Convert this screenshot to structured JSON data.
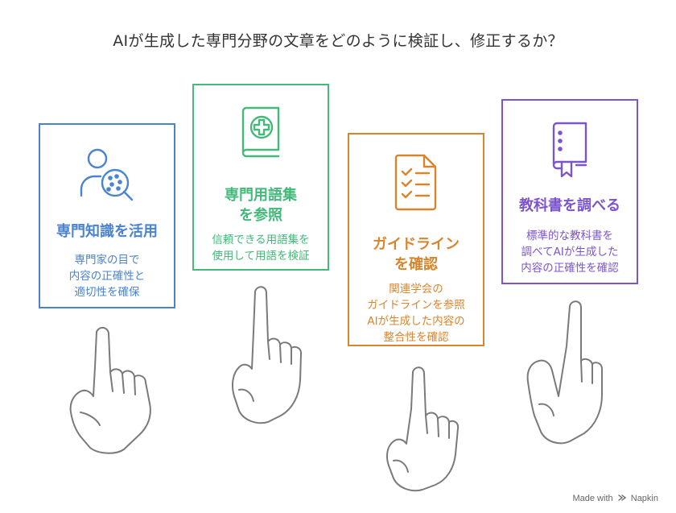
{
  "title": "AIが生成した専門分野の文章をどのように検証し、修正するか？",
  "cards": [
    {
      "id": "expert",
      "title": "専門知識を活用",
      "description": "専門家の目で\n内容の正確性と\n適切性を確保",
      "color": "#4a83cf",
      "icon": "expert-magnifier-icon"
    },
    {
      "id": "glossary",
      "title": "専門用語集\nを参照",
      "description": "信頼できる用語集を\n使用して用語を検証",
      "color": "#43b97a",
      "icon": "medical-book-icon"
    },
    {
      "id": "guidelines",
      "title": "ガイドライン\nを確認",
      "description": "関連学会の\nガイドラインを参照\nAIが生成した内容の\n整合性を確認",
      "color": "#d9852e",
      "icon": "checklist-icon"
    },
    {
      "id": "textbook",
      "title": "教科書を調べる",
      "description": "標準的な教科書を\n調べてAIが生成した\n内容の正確性を確認",
      "color": "#7c55cc",
      "icon": "bookmark-book-icon"
    }
  ],
  "footer": {
    "prefix": "Made with",
    "brand": "Napkin"
  }
}
